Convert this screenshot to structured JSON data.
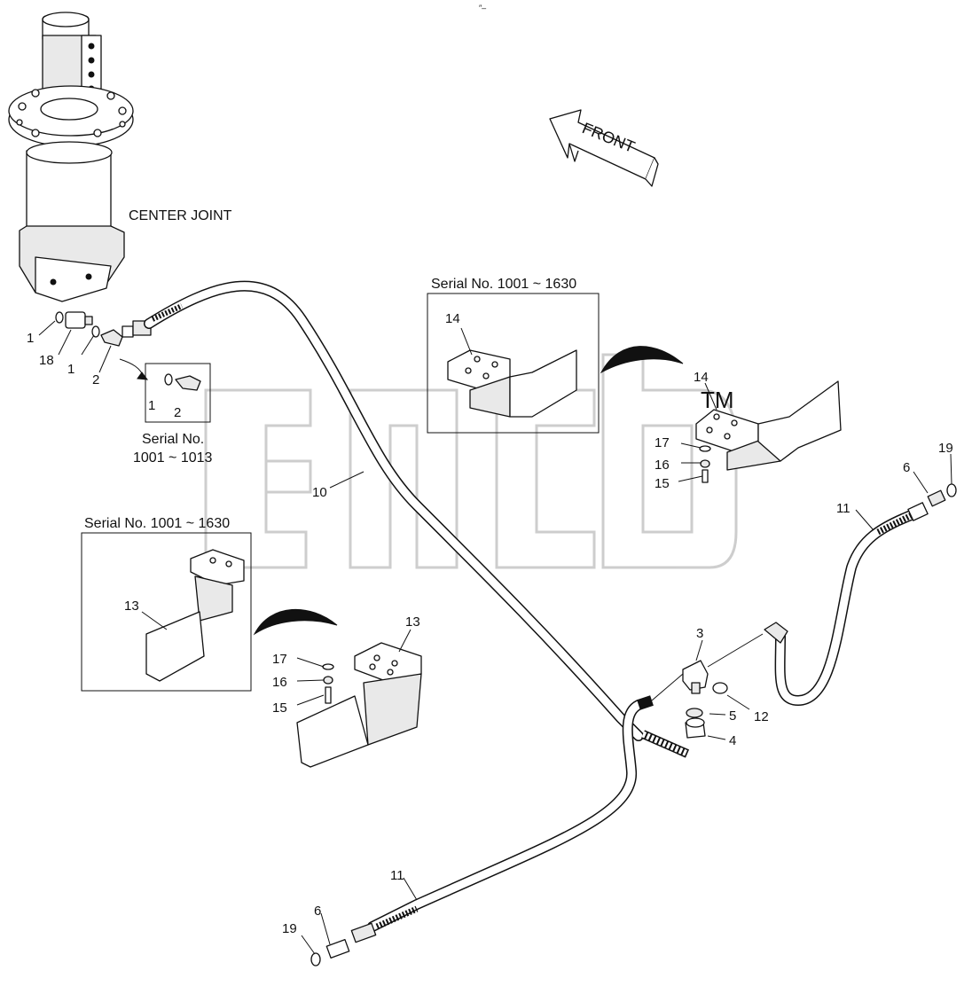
{
  "header": {
    "mark": "″‒"
  },
  "labels": {
    "center_joint": "CENTER JOINT",
    "front": "FRONT",
    "serial_a_line1": "Serial No.",
    "serial_a_line2": "1001 ~ 1013",
    "serial_b": "Serial No. 1001 ~ 1630",
    "serial_c": "Serial No. 1001 ~ 1630",
    "watermark_tm": "TM"
  },
  "callouts": {
    "c1a": "1",
    "c18": "18",
    "c1b": "1",
    "c2a": "2",
    "c1c": "1",
    "c2b": "2",
    "c14a": "14",
    "c14b": "14",
    "c17a": "17",
    "c16a": "16",
    "c15a": "15",
    "c10": "10",
    "c13a": "13",
    "c13b": "13",
    "c17b": "17",
    "c16b": "16",
    "c15b": "15",
    "c3": "3",
    "c5": "5",
    "c12": "12",
    "c4": "4",
    "c11a": "11",
    "c11b": "11",
    "c6a": "6",
    "c19a": "19",
    "c6b": "6",
    "c19b": "19"
  }
}
